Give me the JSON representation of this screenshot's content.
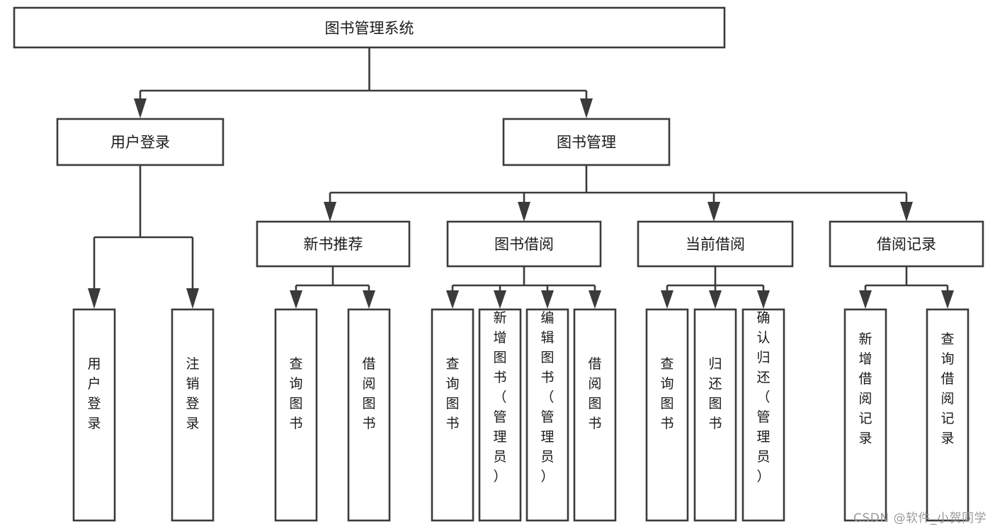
{
  "diagram": {
    "type": "tree",
    "title": "图书管理系统",
    "root": {
      "id": "root",
      "label": "图书管理系统",
      "orientation": "horizontal"
    },
    "level2": [
      {
        "id": "user-login",
        "label": "用户登录",
        "orientation": "horizontal"
      },
      {
        "id": "book-manage",
        "label": "图书管理",
        "orientation": "horizontal"
      }
    ],
    "level3": [
      {
        "id": "new-book-recommend",
        "label": "新书推荐",
        "orientation": "horizontal",
        "parent": "book-manage"
      },
      {
        "id": "book-borrow",
        "label": "图书借阅",
        "orientation": "horizontal",
        "parent": "book-manage"
      },
      {
        "id": "current-borrow",
        "label": "当前借阅",
        "orientation": "horizontal",
        "parent": "book-manage"
      },
      {
        "id": "borrow-record",
        "label": "借阅记录",
        "orientation": "horizontal",
        "parent": "book-manage"
      }
    ],
    "leaves": [
      {
        "id": "leaf-user-login",
        "label": "用户登录",
        "orientation": "vertical",
        "parent": "user-login"
      },
      {
        "id": "leaf-logout-login",
        "label": "注销登录",
        "orientation": "vertical",
        "parent": "user-login"
      },
      {
        "id": "leaf-query-book-1",
        "label": "查询图书",
        "orientation": "vertical",
        "parent": "new-book-recommend"
      },
      {
        "id": "leaf-borrow-book-1",
        "label": "借阅图书",
        "orientation": "vertical",
        "parent": "new-book-recommend"
      },
      {
        "id": "leaf-query-book-2",
        "label": "查询图书",
        "orientation": "vertical",
        "parent": "book-borrow"
      },
      {
        "id": "leaf-add-book",
        "label": "新增图书（管理员）",
        "orientation": "vertical",
        "parent": "book-borrow"
      },
      {
        "id": "leaf-edit-book",
        "label": "编辑图书（管理员）",
        "orientation": "vertical",
        "parent": "book-borrow"
      },
      {
        "id": "leaf-borrow-book-2",
        "label": "借阅图书",
        "orientation": "vertical",
        "parent": "book-borrow"
      },
      {
        "id": "leaf-query-book-3",
        "label": "查询图书",
        "orientation": "vertical",
        "parent": "current-borrow"
      },
      {
        "id": "leaf-return-book",
        "label": "归还图书",
        "orientation": "vertical",
        "parent": "current-borrow"
      },
      {
        "id": "leaf-confirm-return",
        "label": "确认归还（管理员）",
        "orientation": "vertical",
        "parent": "current-borrow"
      },
      {
        "id": "leaf-add-record",
        "label": "新增借阅记录",
        "orientation": "vertical",
        "parent": "borrow-record"
      },
      {
        "id": "leaf-query-record",
        "label": "查询借阅记录",
        "orientation": "vertical",
        "parent": "borrow-record"
      }
    ]
  },
  "watermark": {
    "text": "CSDN @软件_小贺同学"
  },
  "colors": {
    "stroke": "#3b3b3b",
    "box_fill": "#ffffff",
    "text": "#1a1a1a",
    "background": "#ffffff",
    "watermark": "#9a9a9a"
  }
}
